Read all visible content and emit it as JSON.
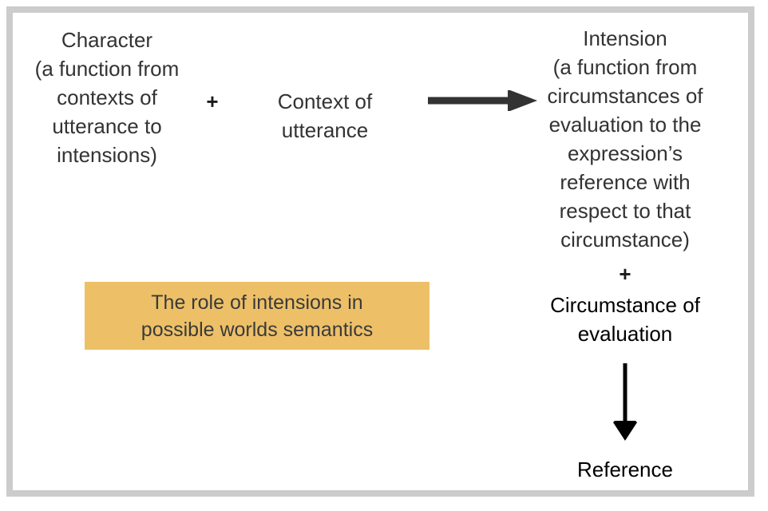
{
  "figure": {
    "title": "The role of intensions in possible worlds semantics",
    "frame_color": "#cccccc",
    "background": "#ffffff"
  },
  "nodes": {
    "character": {
      "label": "Character\n(a function from\ncontexts of\nutterance to\nintensions)",
      "color": "#333333"
    },
    "context_of_utterance": {
      "label": "Context of\nutterance",
      "color": "#333333"
    },
    "intension": {
      "label": "Intension\n(a function from\ncircumstances of\nevaluation to the\nexpression’s\nreference with\nrespect to that\ncircumstance)",
      "color": "#333333"
    },
    "circumstance_of_evaluation": {
      "label": "Circumstance of\nevaluation",
      "color": "#000000"
    },
    "reference": {
      "label": "Reference",
      "color": "#000000"
    }
  },
  "operators": {
    "plus_character_context": "+",
    "plus_intension_circumstance": "+"
  },
  "arrows": {
    "character_context_to_intension": {
      "direction": "right",
      "color": "#333333"
    },
    "circumstance_to_reference": {
      "direction": "down",
      "color": "#000000"
    }
  },
  "caption": {
    "text": "The role of intensions in\npossible worlds semantics",
    "background_color": "#edc068",
    "text_color": "#3a3a3a"
  }
}
